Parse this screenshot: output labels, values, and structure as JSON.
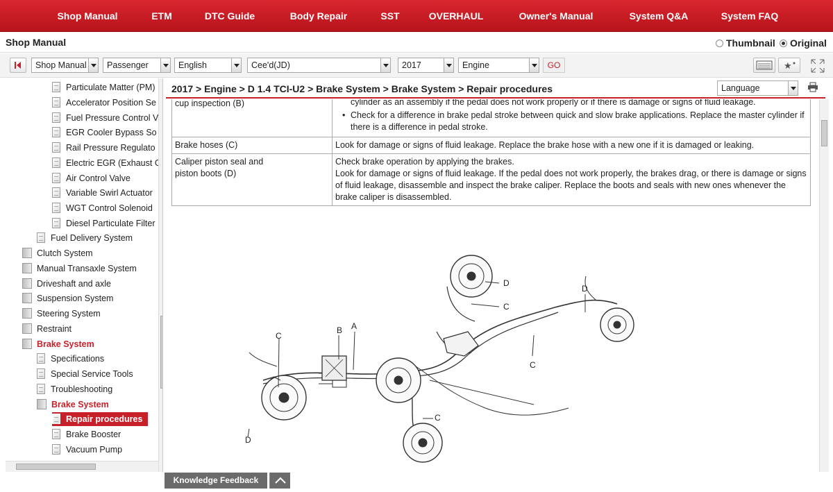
{
  "nav": {
    "items": [
      "Shop Manual",
      "ETM",
      "DTC Guide",
      "Body Repair",
      "SST",
      "OVERHAUL",
      "Owner's Manual",
      "System Q&A",
      "System FAQ"
    ]
  },
  "header": {
    "title": "Shop Manual",
    "view_thumbnail": "Thumbnail",
    "view_original": "Original"
  },
  "toolbar": {
    "selects": [
      "Shop Manual",
      "Passenger",
      "English",
      "Cee'd(JD)",
      "2017",
      "Engine"
    ],
    "go_label": "GO"
  },
  "sidebar": {
    "items": [
      {
        "label": "Particulate Matter (PM)",
        "type": "doc"
      },
      {
        "label": "Accelerator Position Se",
        "type": "doc"
      },
      {
        "label": "Fuel Pressure Control V",
        "type": "doc"
      },
      {
        "label": "EGR Cooler Bypass So",
        "type": "doc"
      },
      {
        "label": "Rail Pressure Regulato",
        "type": "doc"
      },
      {
        "label": "Electric EGR (Exhaust G",
        "type": "doc"
      },
      {
        "label": "Air Control Valve",
        "type": "doc"
      },
      {
        "label": "Variable Swirl Actuator",
        "type": "doc"
      },
      {
        "label": "WGT Control Solenoid",
        "type": "doc"
      },
      {
        "label": "Diesel Particulate Filter",
        "type": "doc"
      },
      {
        "label": "Fuel Delivery System",
        "type": "doc"
      },
      {
        "label": "Clutch System",
        "type": "folder"
      },
      {
        "label": "Manual Transaxle System",
        "type": "folder"
      },
      {
        "label": "Driveshaft and axle",
        "type": "folder"
      },
      {
        "label": "Suspension System",
        "type": "folder"
      },
      {
        "label": "Steering System",
        "type": "folder"
      },
      {
        "label": "Restraint",
        "type": "folder"
      },
      {
        "label": "Brake System",
        "type": "folder"
      },
      {
        "label": "Specifications",
        "type": "doc"
      },
      {
        "label": "Special Service Tools",
        "type": "doc"
      },
      {
        "label": "Troubleshooting",
        "type": "doc"
      },
      {
        "label": "Brake System",
        "type": "folder"
      },
      {
        "label": "Repair procedures",
        "type": "doc"
      },
      {
        "label": "Brake Booster",
        "type": "doc"
      },
      {
        "label": "Vacuum Pump",
        "type": "doc"
      }
    ]
  },
  "content": {
    "breadcrumb": "2017 > Engine > D 1.4 TCI-U2 > Brake System > Brake System > Repair procedures",
    "language_label": "Language",
    "rows": [
      {
        "part": "cup inspection (B)",
        "lines": [
          "cylinder as an assembly if the pedal does not work properly or if there is damage or signs of fluid leakage.",
          "Check for a difference in brake pedal stroke between quick and slow brake applications. Replace the master cylinder if there is a difference in pedal stroke."
        ]
      },
      {
        "part": "Brake hoses (C)",
        "lines": [
          "Look for damage or signs of fluid leakage. Replace the brake hose with a new one if it is damaged or leaking."
        ]
      },
      {
        "part": "Caliper piston seal and piston boots (D)",
        "lines": [
          "Check brake operation by applying the brakes.",
          "Look for damage or signs of fluid leakage. If the pedal does not work properly, the brakes drag, or there is damage or signs of fluid leakage, disassemble and inspect the brake caliper. Replace the boots and seals with new ones whenever the brake caliper is disassembled."
        ]
      }
    ],
    "diagram_labels": [
      "D",
      "C",
      "D",
      "C",
      "B",
      "A",
      "C",
      "C",
      "D"
    ]
  },
  "footer": {
    "feedback_label": "Knowledge Feedback"
  },
  "colors": {
    "brand_red": "#c8202a",
    "nav_red": "#d9262f"
  }
}
